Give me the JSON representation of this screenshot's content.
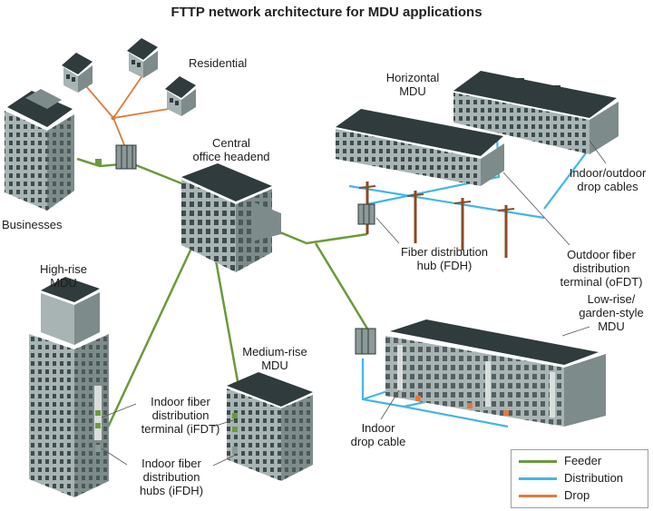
{
  "title": "FTTP network architecture for MDU applications",
  "labels": {
    "residential": "Residential",
    "businesses": "Businesses",
    "central_office": "Central\noffice headend",
    "horizontal_mdu": "Horizontal\nMDU",
    "indoor_outdoor_drop": "Indoor/outdoor\ndrop cables",
    "outdoor_fdt": "Outdoor fiber\ndistribution\nterminal (oFDT)",
    "fdh": "Fiber distribution\nhub (FDH)",
    "high_rise": "High-rise\nMDU",
    "medium_rise": "Medium-rise\nMDU",
    "low_rise": "Low-rise/\ngarden-style\nMDU",
    "indoor_fdt": "Indoor fiber\ndistribution\nterminal (iFDT)",
    "indoor_fdh": "Indoor fiber\ndistribution\nhubs (iFDH)",
    "indoor_drop": "Indoor\ndrop cable"
  },
  "legend": [
    {
      "label": "Feeder",
      "color": "#6b9a3a"
    },
    {
      "label": "Distribution",
      "color": "#43b6e6"
    },
    {
      "label": "Drop",
      "color": "#e07a3c"
    }
  ]
}
